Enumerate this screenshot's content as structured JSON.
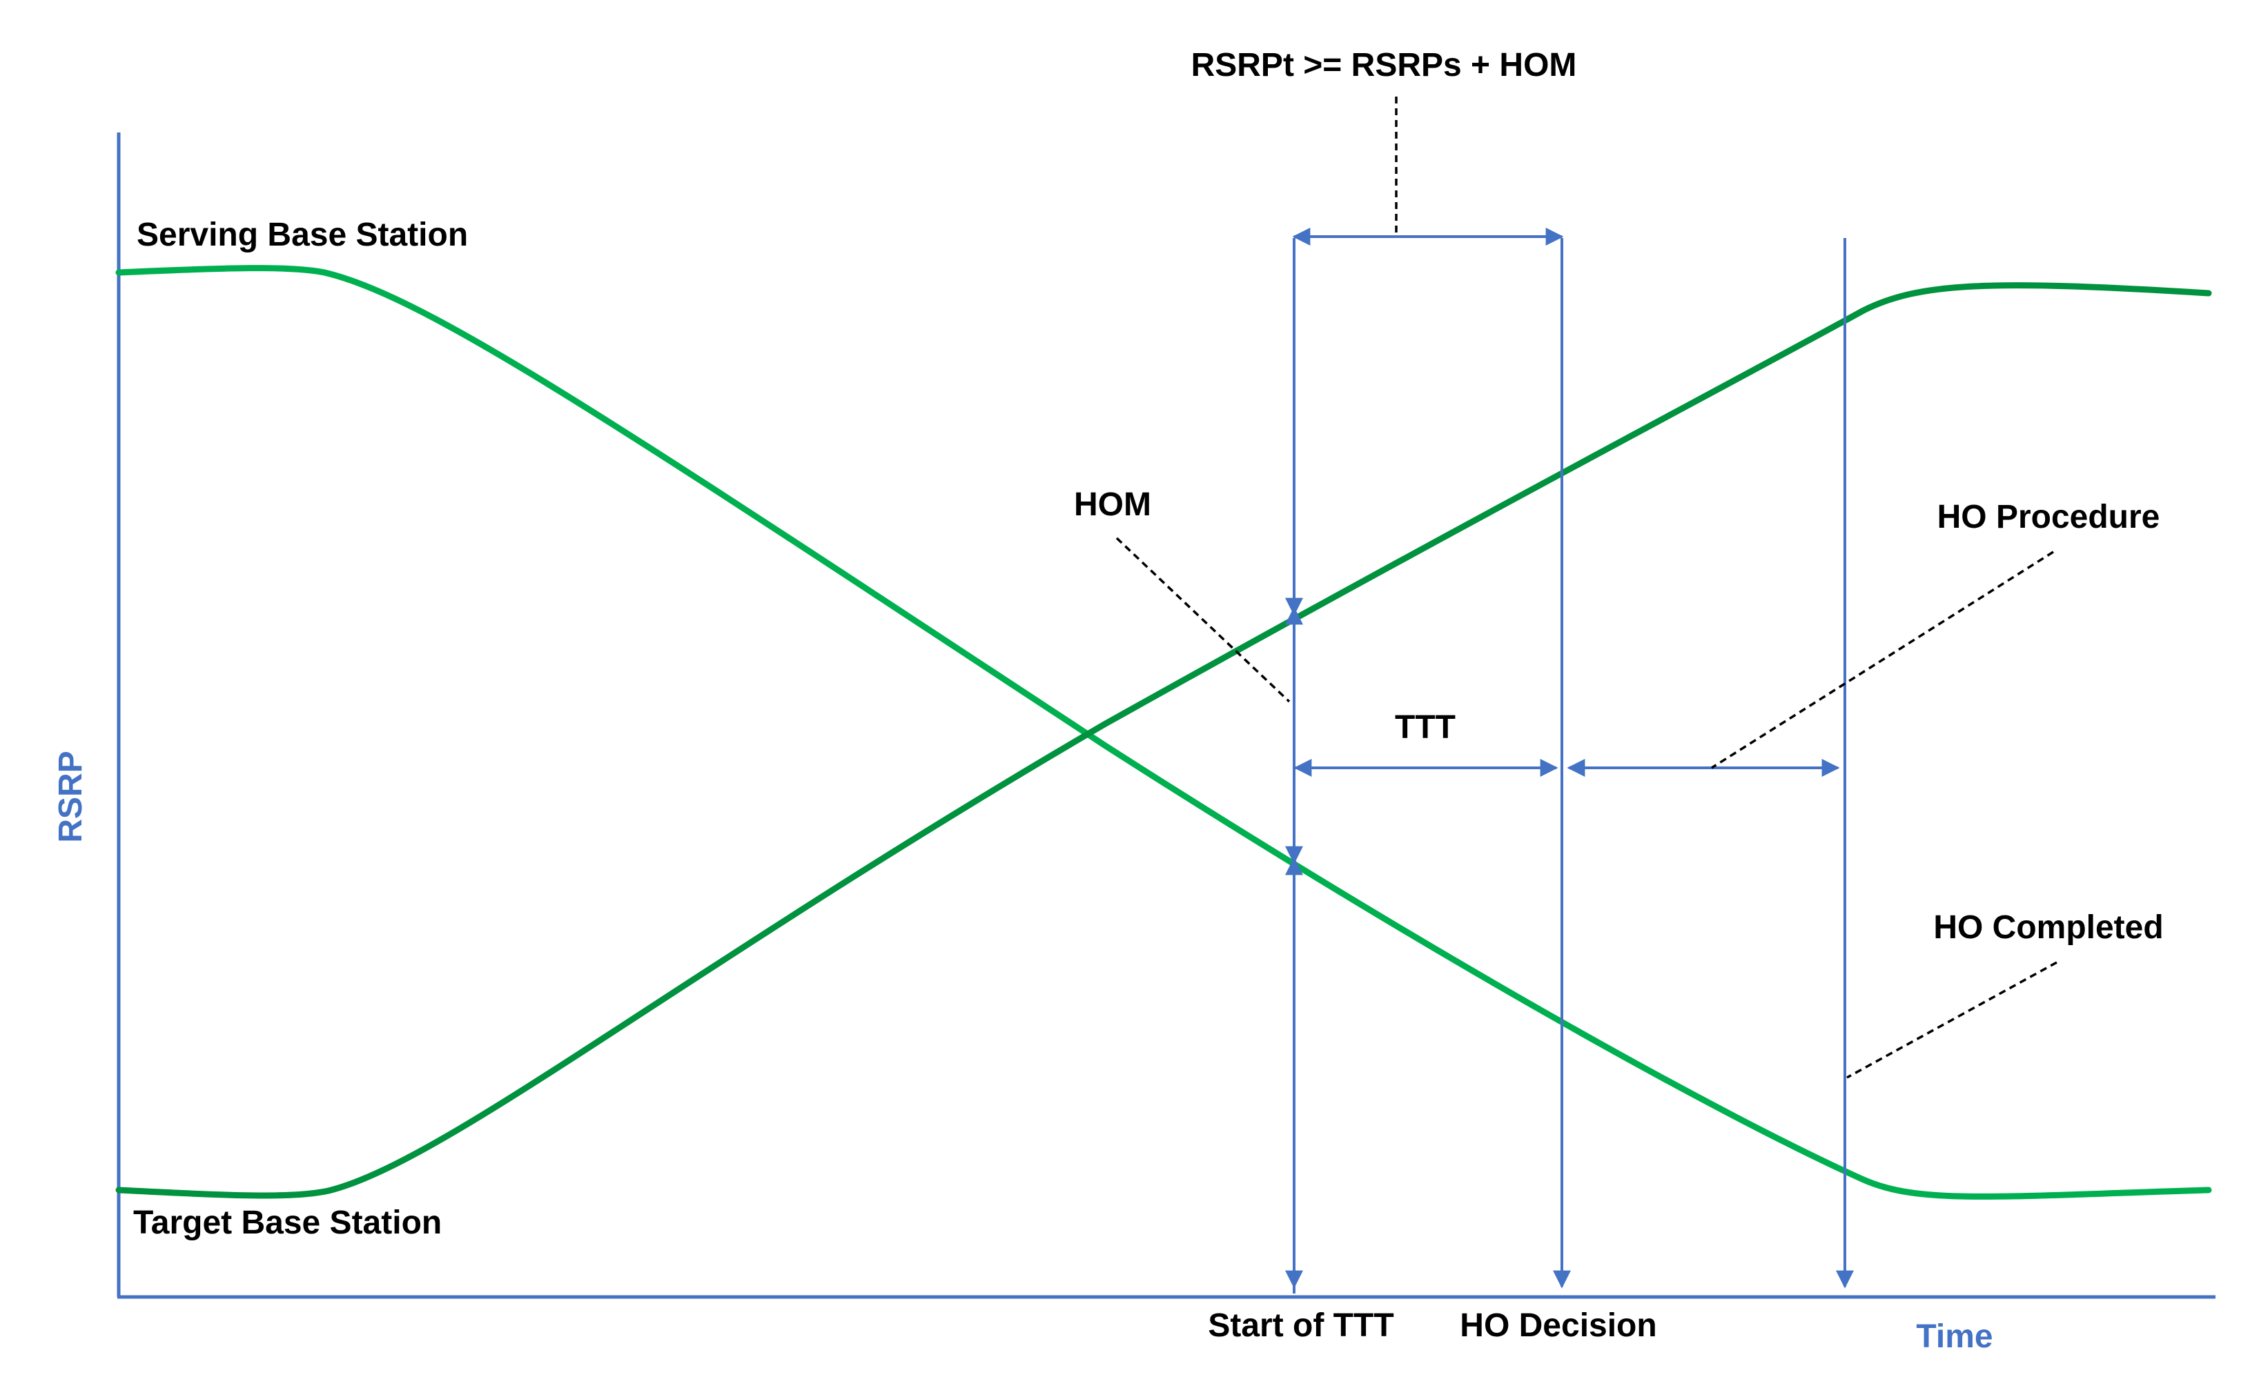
{
  "labels": {
    "serving": "Serving Base Station",
    "target": "Target Base Station",
    "condition": "RSRPt >= RSRPs + HOM",
    "hom": "HOM",
    "ttt": "TTT",
    "ho_procedure": "HO Procedure",
    "ho_completed": "HO Completed",
    "start_ttt": "Start of TTT",
    "ho_decision": "HO Decision",
    "x_axis": "Time",
    "y_axis": "RSRP"
  },
  "colors": {
    "axis": "#4472C4",
    "serving_curve": "#00B050",
    "target_curve": "#00923F",
    "text": "#000000"
  }
}
